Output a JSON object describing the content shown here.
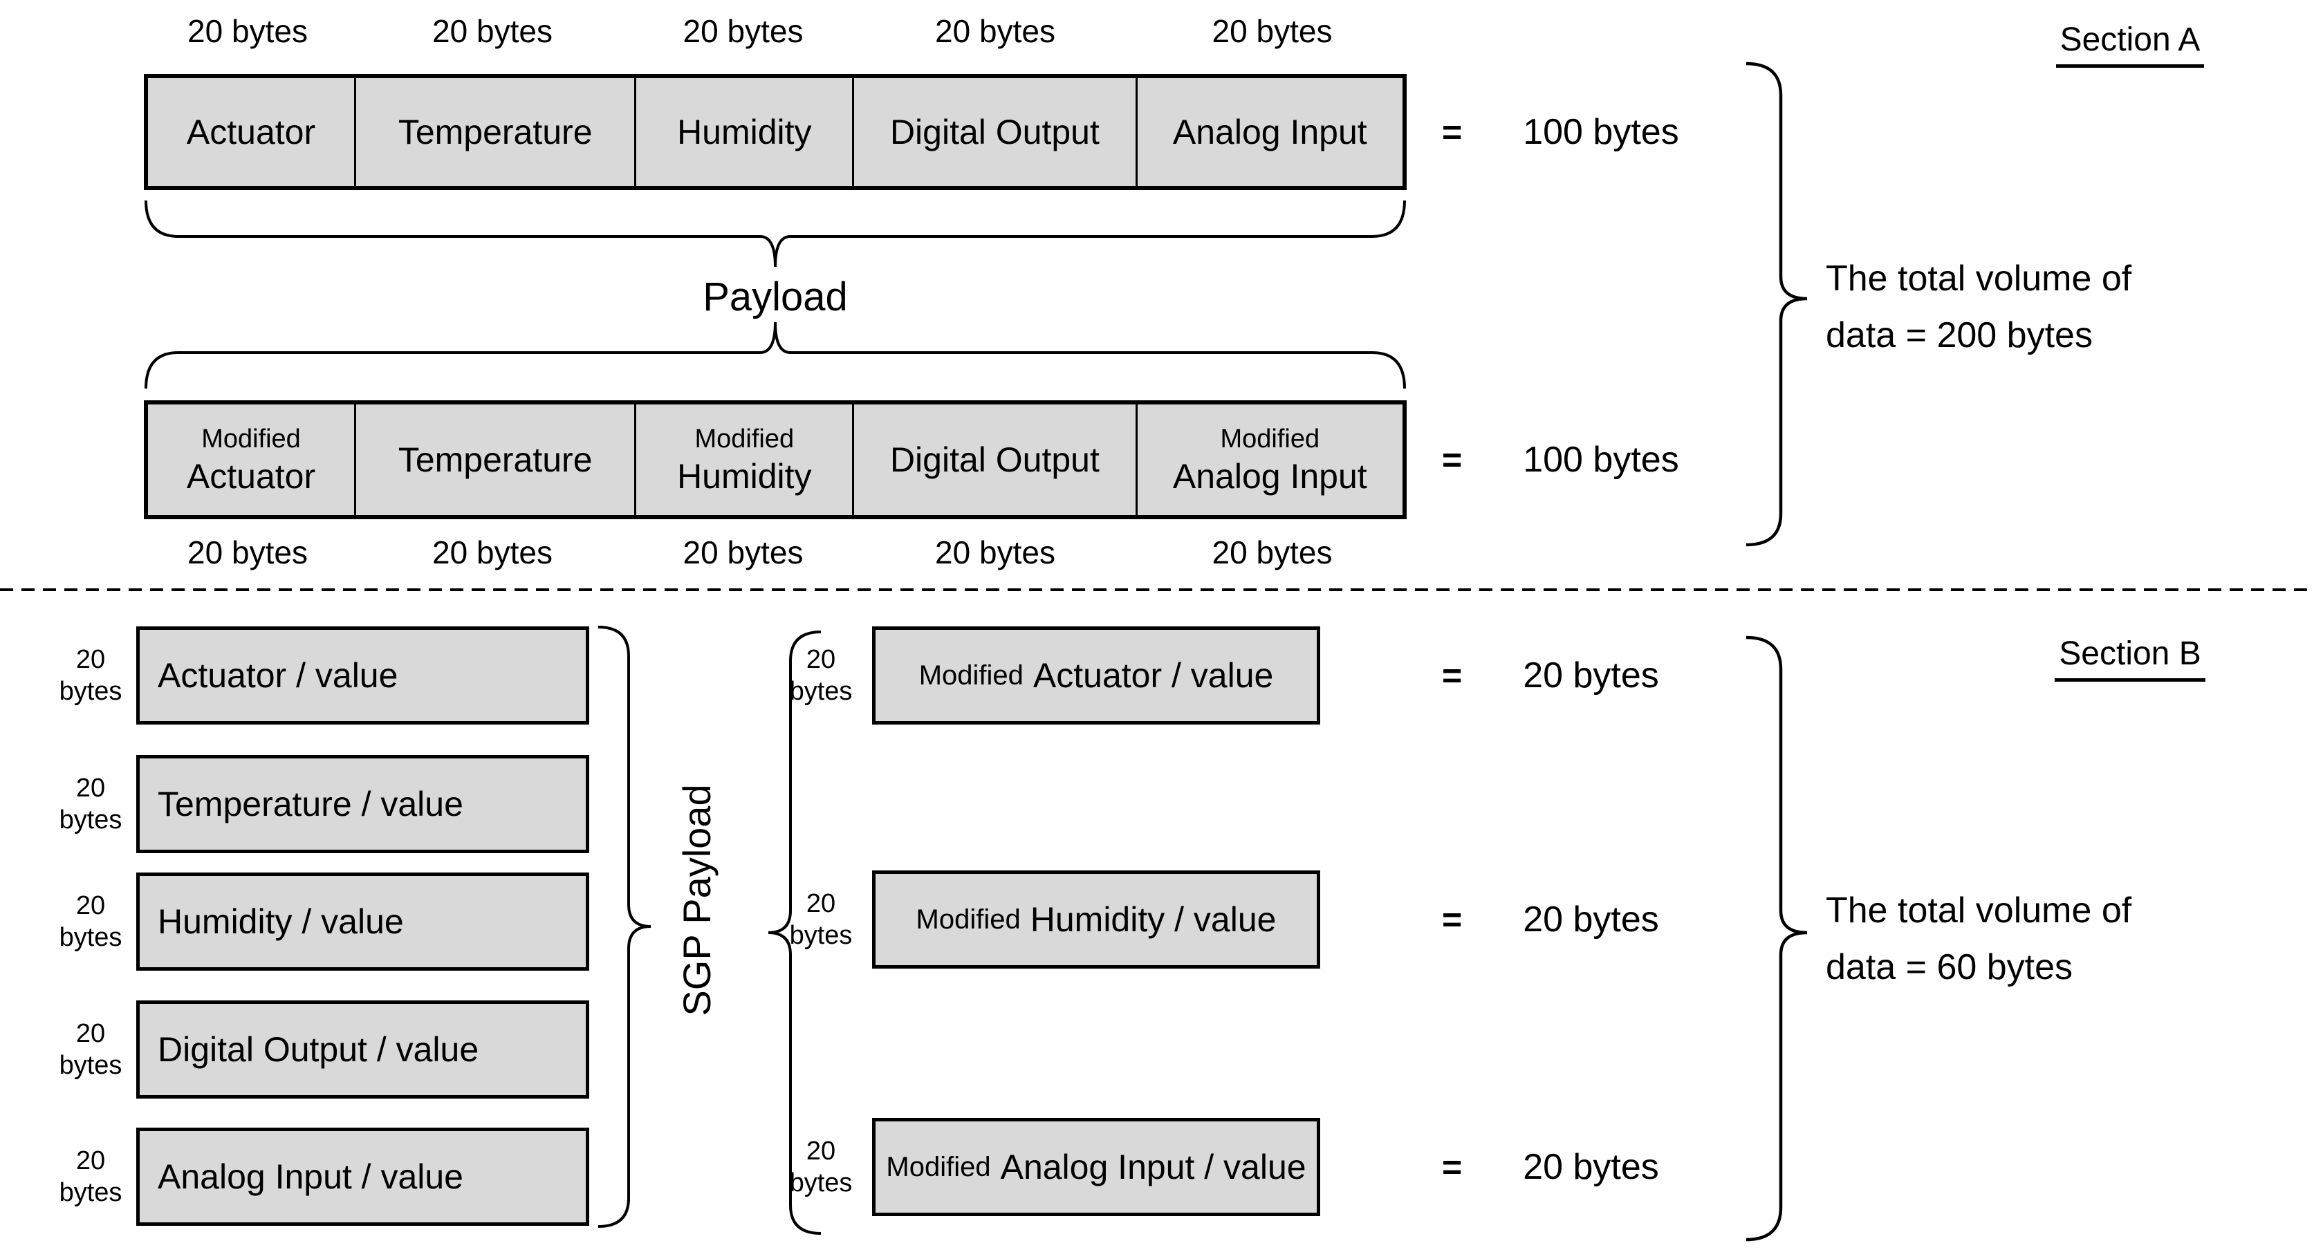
{
  "colors": {
    "box_fill": "#d9d9d9",
    "line": "#000000",
    "background": "#ffffff"
  },
  "section_a": {
    "title": "Section A",
    "top_size_labels": [
      "20 bytes",
      "20 bytes",
      "20 bytes",
      "20 bytes",
      "20 bytes"
    ],
    "row1_cells": [
      "Actuator",
      "Temperature",
      "Humidity",
      "Digital Output",
      "Analog Input"
    ],
    "row1_equals": "=",
    "row1_total": "100 bytes",
    "payload_label": "Payload",
    "row2_cells": [
      {
        "prefix": "Modified",
        "label": "Actuator"
      },
      {
        "label": "Temperature"
      },
      {
        "prefix": "Modified",
        "label": "Humidity"
      },
      {
        "label": "Digital Output"
      },
      {
        "prefix": "Modified",
        "label": "Analog Input"
      }
    ],
    "row2_equals": "=",
    "row2_total": "100 bytes",
    "bottom_size_labels": [
      "20 bytes",
      "20 bytes",
      "20 bytes",
      "20 bytes",
      "20 bytes"
    ],
    "summary_line1": "The total volume of",
    "summary_line2": "data = 200 bytes"
  },
  "section_b": {
    "title": "Section B",
    "sgp_label": "SGP Payload",
    "left_boxes": [
      {
        "size": "20",
        "unit": "bytes",
        "label": "Actuator  / value"
      },
      {
        "size": "20",
        "unit": "bytes",
        "label": "Temperature / value"
      },
      {
        "size": "20",
        "unit": "bytes",
        "label": "Humidity / value"
      },
      {
        "size": "20",
        "unit": "bytes",
        "label": "Digital Output / value"
      },
      {
        "size": "20",
        "unit": "bytes",
        "label": "Analog Input / value"
      }
    ],
    "right_boxes": [
      {
        "size": "20",
        "unit": "bytes",
        "prefix": "Modified",
        "label": "Actuator /  value",
        "equals": "=",
        "total": "20 bytes"
      },
      {
        "size": "20",
        "unit": "bytes",
        "prefix": "Modified",
        "label": "Humidity / value",
        "equals": "=",
        "total": "20 bytes"
      },
      {
        "size": "20",
        "unit": "bytes",
        "prefix": "Modified",
        "label": "Analog Input / value",
        "equals": "=",
        "total": "20 bytes"
      }
    ],
    "summary_line1": "The total volume of",
    "summary_line2": "data = 60 bytes"
  }
}
